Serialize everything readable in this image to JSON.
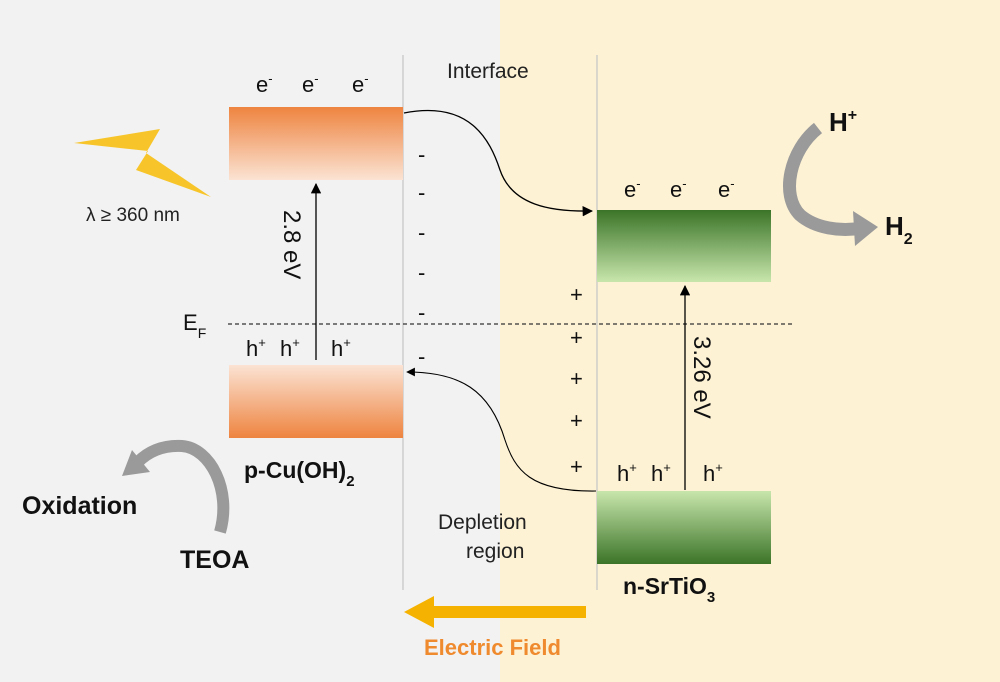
{
  "labels": {
    "interface": "Interface",
    "depletion_line1": "Depletion",
    "depletion_line2": "region",
    "wavelength": "λ ≥ 360 nm",
    "fermi_main": "E",
    "fermi_sub": "F",
    "electron": "e",
    "electron_sup": "-",
    "hole": "h",
    "hole_sup": "+",
    "gap_left": "2.8 eV",
    "gap_right": "3.26 eV",
    "p_material_main": "p-Cu(OH)",
    "p_material_sub": "2",
    "n_material_main": "n-SrTiO",
    "n_material_sub": "3",
    "proton_main": "H",
    "proton_sup": "+",
    "hydrogen_main": "H",
    "hydrogen_sub": "2",
    "oxidation": "Oxidation",
    "teoa": "TEOA",
    "electric_field": "Electric Field",
    "minus": "-",
    "plus": "+"
  },
  "colors": {
    "left_bg": "#f2f2f2",
    "right_bg": "#fdf2d4",
    "orange_band": "#ee8a4a",
    "green_band": "#3f7a2c",
    "field_arrow": "#f6b200",
    "field_text": "#ef8a2e",
    "lightning": "#f7c52a",
    "curve_arrow": "#9a9a9a"
  }
}
